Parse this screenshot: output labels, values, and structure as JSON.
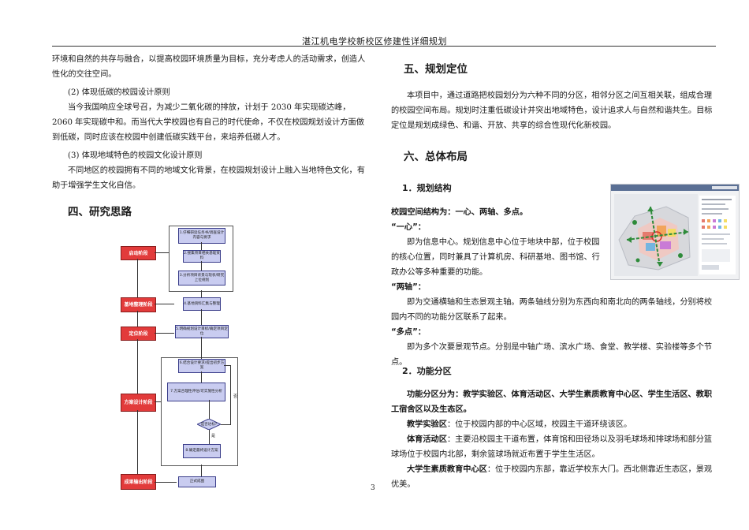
{
  "header": {
    "title": "湛江机电学校新校区修建性详细规划"
  },
  "page_number": "3",
  "left": {
    "p1": "环境和自然的共存与融合，以提高校园环境质量为目标，充分考虑人的活动需求，创造人性化的交往空间。",
    "p2": "(2) 体现低碳的校园设计原则",
    "p3": "当今我国响应全球号召，为减少二氧化碳的排放，计划于 2030 年实现碳达峰，2060 年实现碳中和。而当代大学校园也有自己的时代使命，不仅在校园规划设计方面做到低碳，同时应该在校园中创建低碳实践平台，来培养低碳人才。",
    "p4": "(3) 体现地域特色的校园文化设计原则",
    "p5": "不同地区的校园拥有不同的地域文化背景，在校园规划设计上融入当地特色文化，有助于增强学生文化自信。",
    "section4": "四、研究思路"
  },
  "flow": {
    "stages": [
      "启动阶段",
      "基地整理阶段",
      "定位阶段",
      "方案设计阶段",
      "成果输出阶段"
    ],
    "boxes": [
      "1.仔细研读任务书/调查设计内容与要求",
      "2.搜集项目相关基础资料",
      "3.分析项目背景与现状/研究上位规划",
      "4.基地资料汇集与整理",
      "5.明确规划设计目标/确定项目定位",
      "6.结合设计要求/提出初步方案",
      "7.方案合理性评估/可实施性分析",
      "是否达标?",
      "8.确定最终设计方案",
      "正式成图"
    ],
    "no_label": "否",
    "yes_label": "是"
  },
  "right": {
    "section5": "五、规划定位",
    "p5": "本项目中，通过道路把校园划分为六种不同的分区，相邻分区之间互相关联，组成合理的校园空间布局。规划时注重低碳设计并突出地域特色，设计追求人与自然和谐共生。目标定位是规划成绿色、和谐、开放、共享的综合性现代化新校园。",
    "section6": "六、总体布局",
    "sub1": "1．规划结构",
    "structure": "校园空间结构为：一心、两轴、多点。",
    "xin_title": "“一心”：",
    "xin_text": "即为信息中心。规划信息中心位于地块中部，位于校园的核心位置，同时兼具了计算机房、科研基地、图书馆、行政办公等多种重要的功能。",
    "zhou_title": "“两轴”：",
    "zhou_text": "即为交通横轴和生态景观主轴。两条轴线分别为东西向和南北向的两条轴线，分别将校园内不同的功能分区联系了起来。",
    "dian_title": "“多点”：",
    "dian_text": "即为多个次要景观节点。分别是中轴广场、滨水广场、食堂、教学楼、实验楼等多个节点。",
    "sub2": "2．功能分区",
    "zones_head": "功能分区分为：教学实验区、体育活动区、大学生素质教育中心区、学生生活区、教职工宿舍区以及生态区。",
    "z1_title": "教学实验区",
    "z1_text": "：位于校园内部的中心区域，校园主干道环绕该区。",
    "z2_title": "体育活动区",
    "z2_text": "：主要沿校园主干道布置，体育馆和田径场以及羽毛球场和排球场和部分篮球场位于校园内北部，剩余篮球场就近布置于学生生活区。",
    "z3_title": "大学生素质教育中心区",
    "z3_text": "：位于校园内东部，靠近学校东大门。西北侧靠近生态区，景观优美。"
  },
  "colors": {
    "stage": "#e23b3b",
    "box": "#c9ccf0",
    "box_border": "#3a3d8a",
    "axis": "#2e8b3a"
  }
}
